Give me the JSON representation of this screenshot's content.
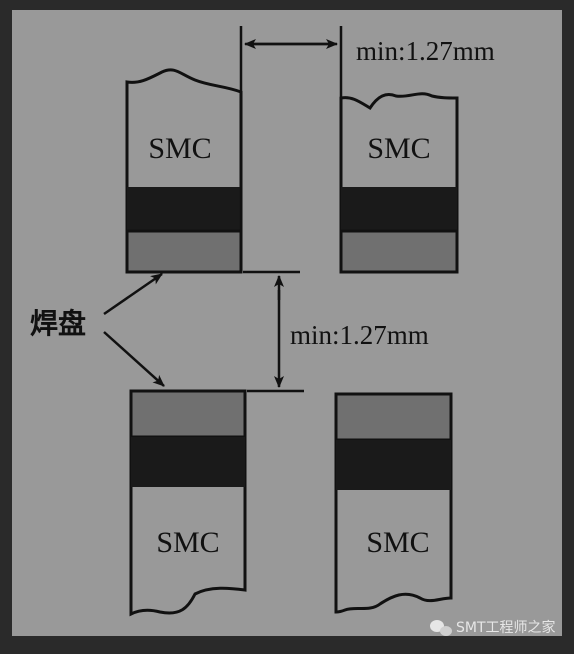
{
  "diagram": {
    "component_label": "SMC",
    "spacing_horizontal": "min:1.27mm",
    "spacing_vertical": "min:1.27mm",
    "pad_label": "焊盘"
  },
  "watermark": {
    "icon": "wechat-icon",
    "text": "SMT工程师之家"
  },
  "colors": {
    "frame": "#2a2a2a",
    "panel": "#999999",
    "pad_band": "#1a1a1a",
    "pad_gray": "#707070",
    "line": "#111111"
  }
}
